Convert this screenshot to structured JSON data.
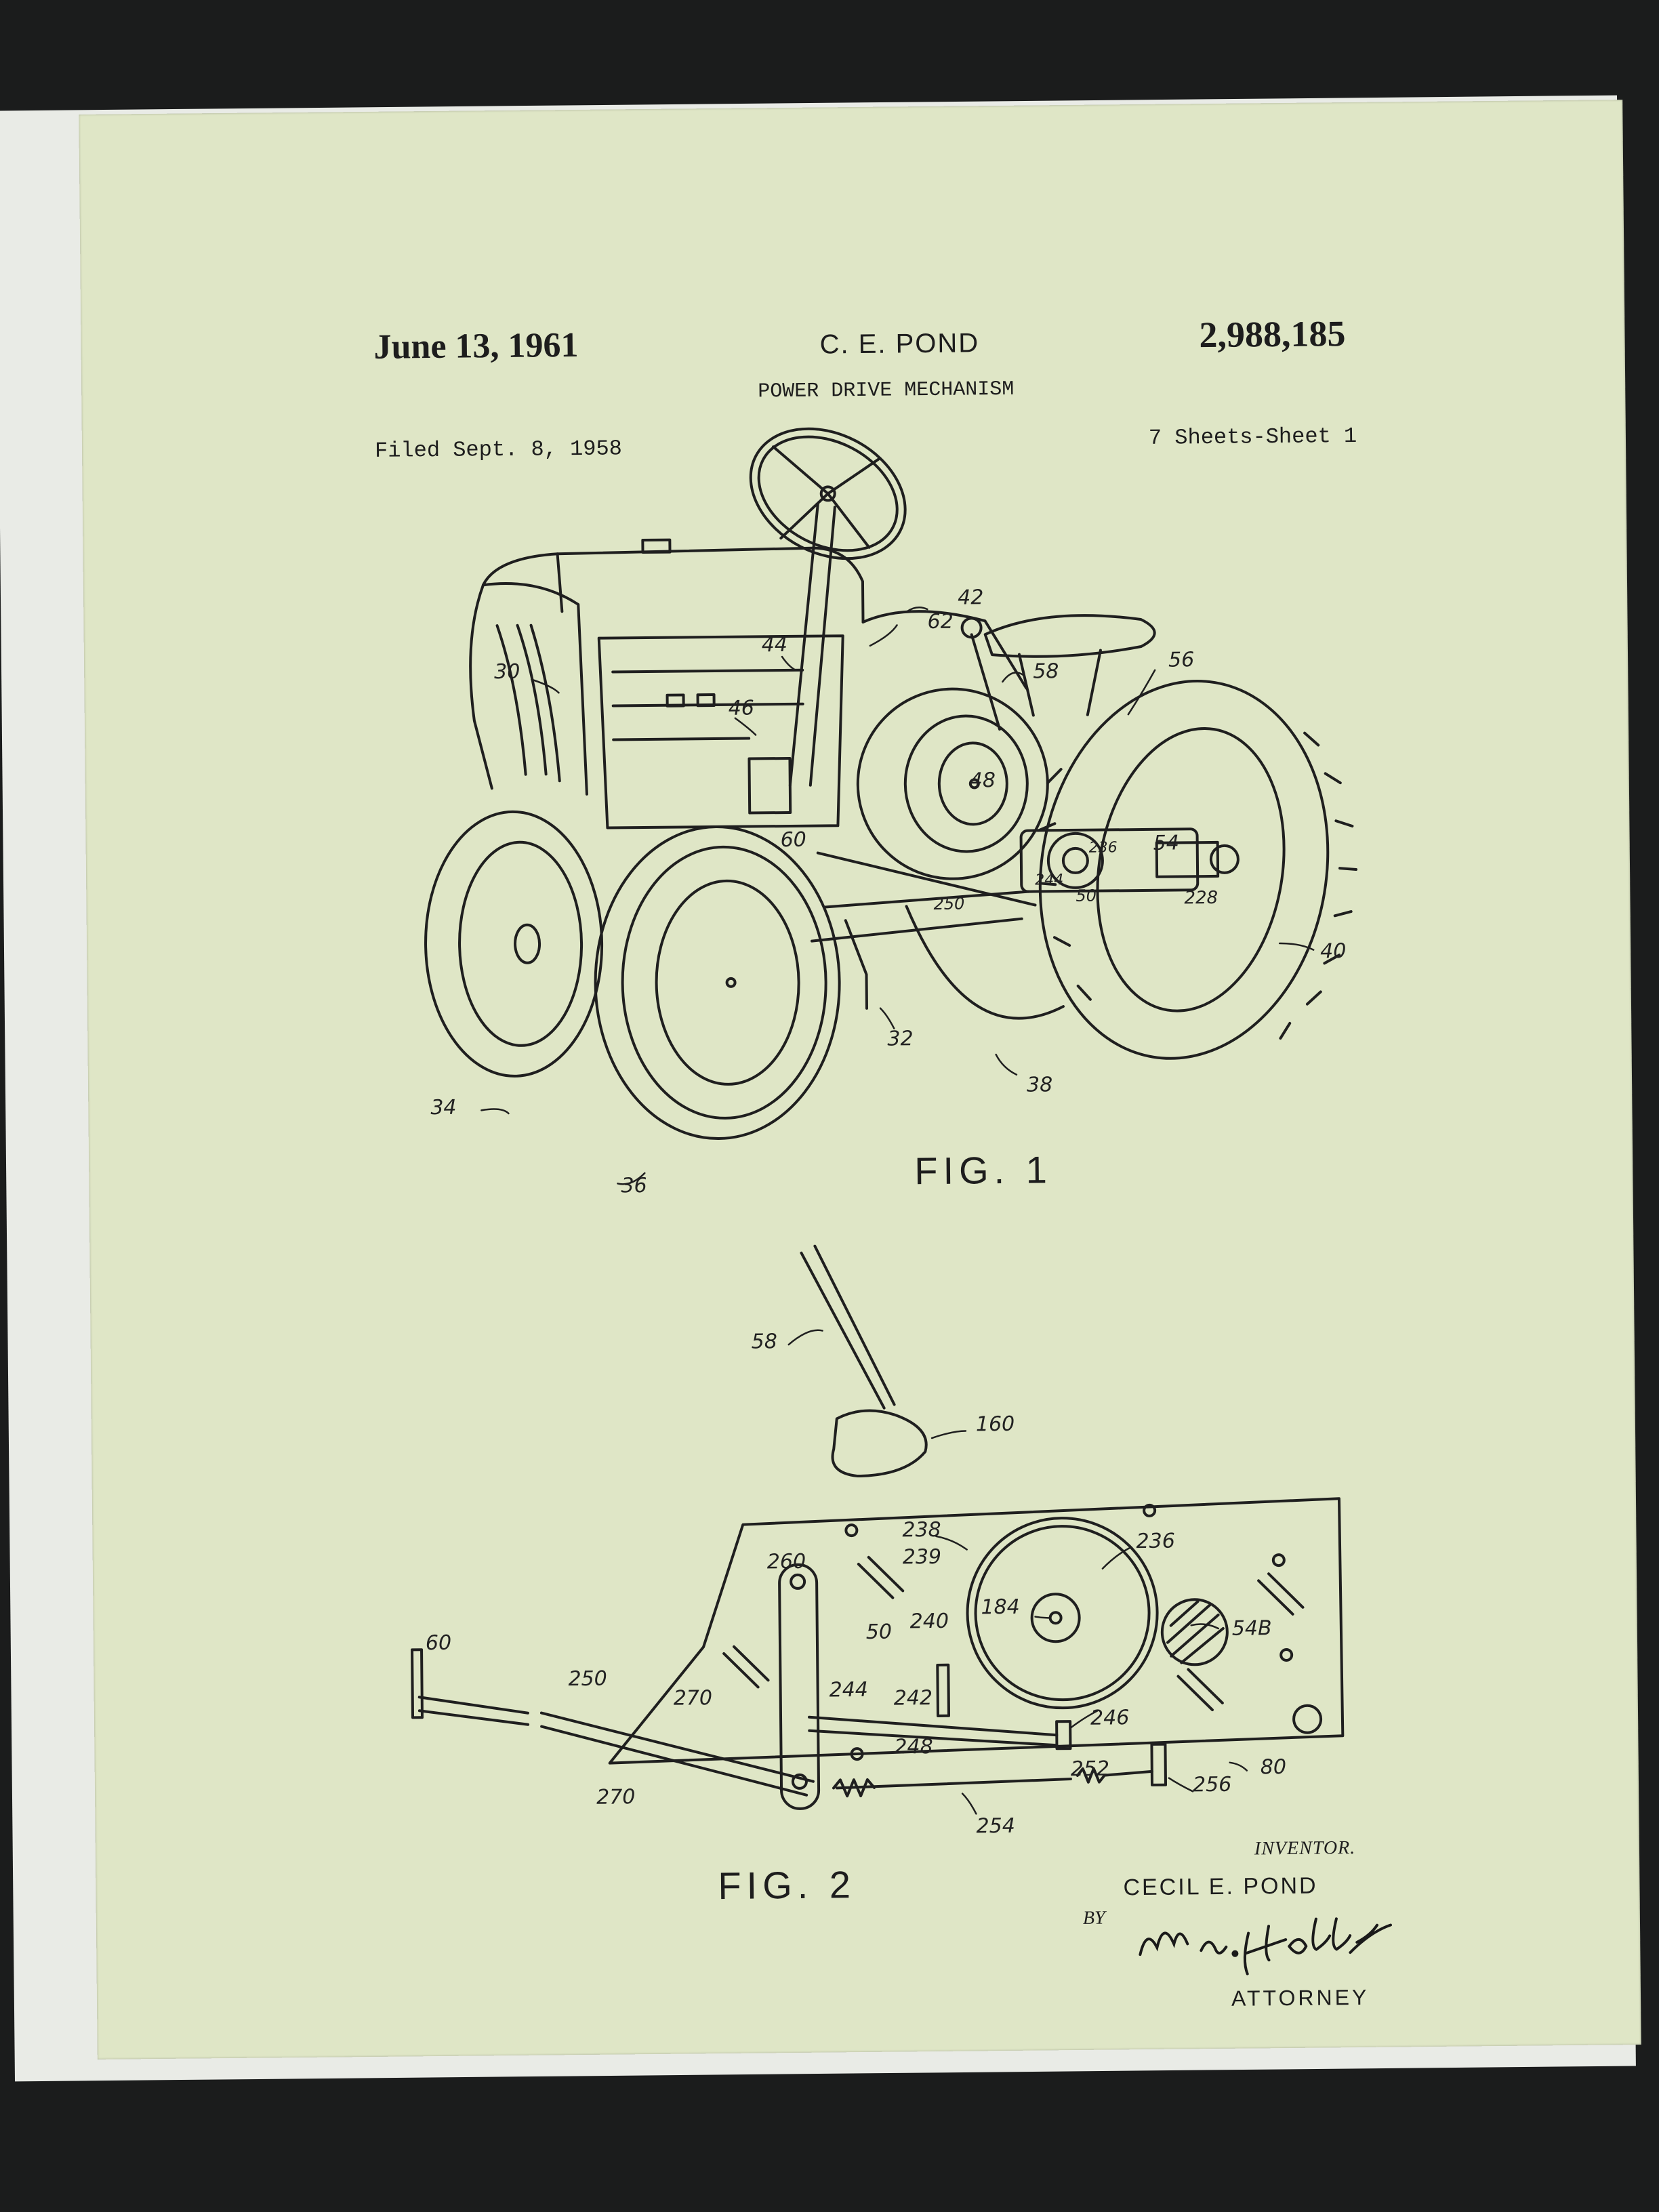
{
  "header": {
    "date": "June 13, 1961",
    "inventor_short": "C. E. POND",
    "patent_number": "2,988,185",
    "title": "POWER DRIVE MECHANISM",
    "filed": "Filed Sept. 8, 1958",
    "sheets": "7 Sheets-Sheet 1"
  },
  "fig1": {
    "caption": "FIG. 1",
    "labels": [
      "30",
      "44",
      "46",
      "62",
      "42",
      "58",
      "56",
      "48",
      "60",
      "236",
      "54",
      "244",
      "250",
      "50",
      "228",
      "40",
      "32",
      "38",
      "34",
      "36"
    ]
  },
  "fig2": {
    "caption": "FIG. 2",
    "labels": [
      "58",
      "160",
      "238",
      "239",
      "236",
      "260",
      "184",
      "240",
      "50",
      "54B",
      "60",
      "250",
      "270",
      "244",
      "242",
      "246",
      "248",
      "252",
      "256",
      "80",
      "270",
      "254"
    ]
  },
  "signature_block": {
    "inventor_label": "INVENTOR.",
    "inventor_name": "CECIL E. POND",
    "by": "BY",
    "signature": "M. a. Hobbs",
    "attorney_label": "ATTORNEY"
  },
  "colors": {
    "background": "#1b1c1c",
    "mat": "#e9ebe6",
    "paper": "#dfe6c6",
    "ink": "#1d1d1d"
  }
}
